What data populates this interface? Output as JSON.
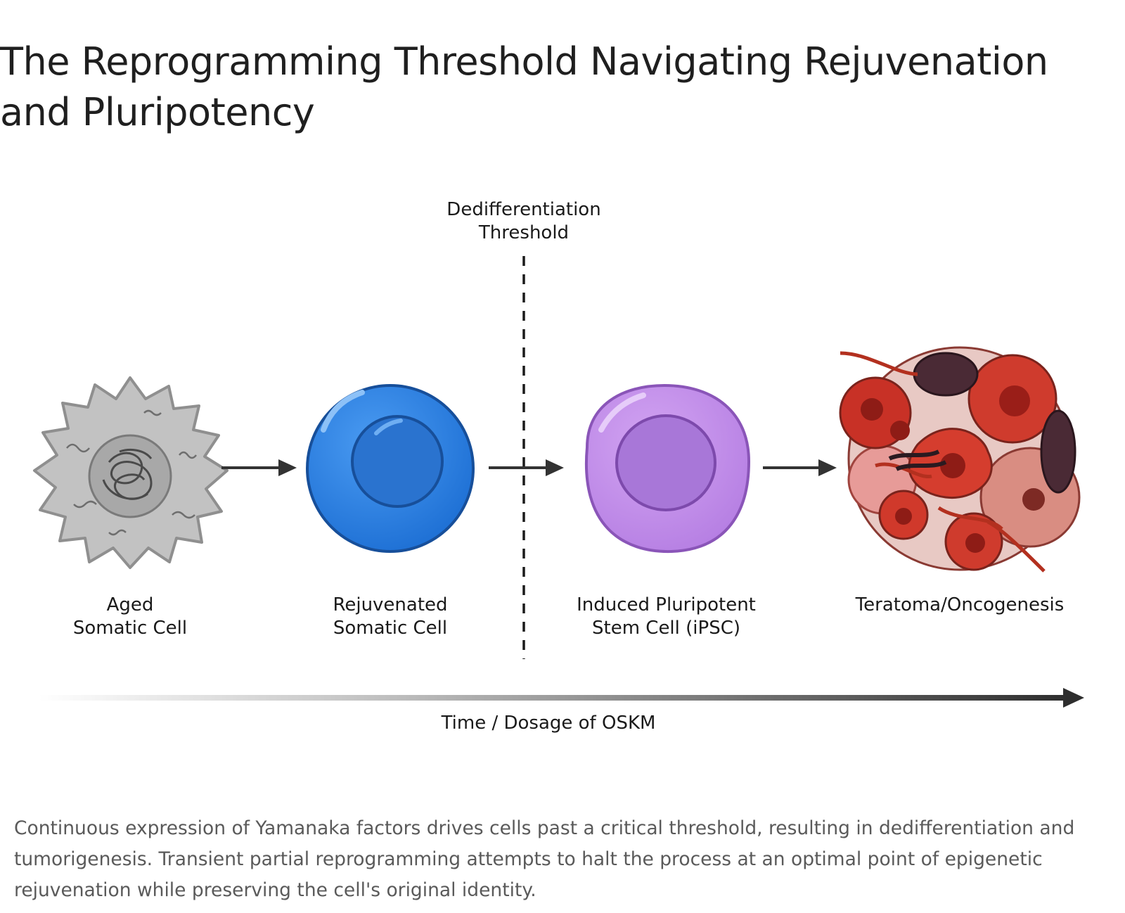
{
  "title": "The Reprogramming Threshold Navigating Rejuvenation and Pluripotency",
  "threshold_label": "Dedifferentiation\nThreshold",
  "stages": [
    {
      "label": "Aged\nSomatic Cell",
      "icon": "aged-somatic-cell-icon"
    },
    {
      "label": "Rejuvenated\nSomatic Cell",
      "icon": "rejuvenated-somatic-cell-icon"
    },
    {
      "label": "Induced Pluripotent\nStem Cell (iPSC)",
      "icon": "ipsc-icon"
    },
    {
      "label": "Teratoma/Oncogenesis",
      "icon": "teratoma-icon"
    }
  ],
  "axis_label": "Time / Dosage of OSKM",
  "caption": "Continuous expression of Yamanaka factors drives cells past a critical threshold, resulting in dedifferentiation and tumorigenesis. Transient partial reprogramming attempts to halt the process at an optimal point of epigenetic rejuvenation while preserving the cell's original identity.",
  "colors": {
    "aged_cell": "#b3b3b3",
    "rejuvenated_cell": "#2b7fe0",
    "ipsc_cell": "#c08ae8",
    "teratoma": "#c8372a",
    "arrow": "#333333"
  }
}
